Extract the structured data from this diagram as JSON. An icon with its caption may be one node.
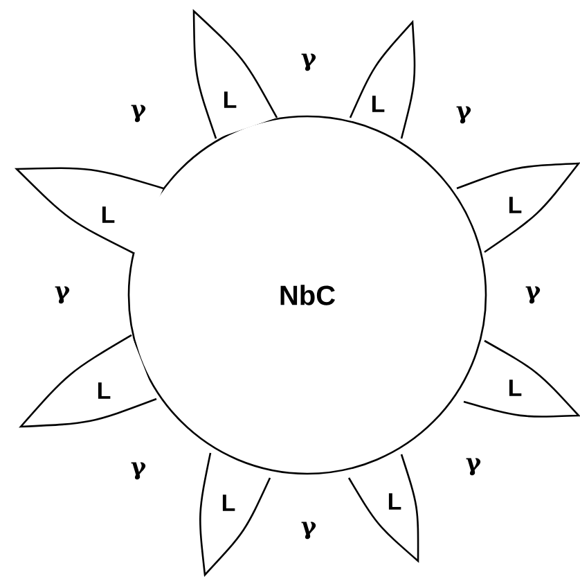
{
  "diagram": {
    "nodes": [
      {
        "text": [
          "NbC"
        ]
      },
      {
        "text": [
          "L"
        ]
      },
      {
        "text": [
          "L"
        ]
      },
      {
        "text": [
          "L"
        ]
      },
      {
        "text": [
          "L"
        ]
      },
      {
        "text": [
          "L"
        ]
      },
      {
        "text": [
          "L"
        ]
      },
      {
        "text": [
          "L"
        ]
      },
      {
        "text": [
          "L"
        ]
      }
    ],
    "labels": [
      "γ",
      "γ",
      "γ",
      "γ",
      "γ",
      "γ",
      "γ",
      "γ"
    ]
  }
}
